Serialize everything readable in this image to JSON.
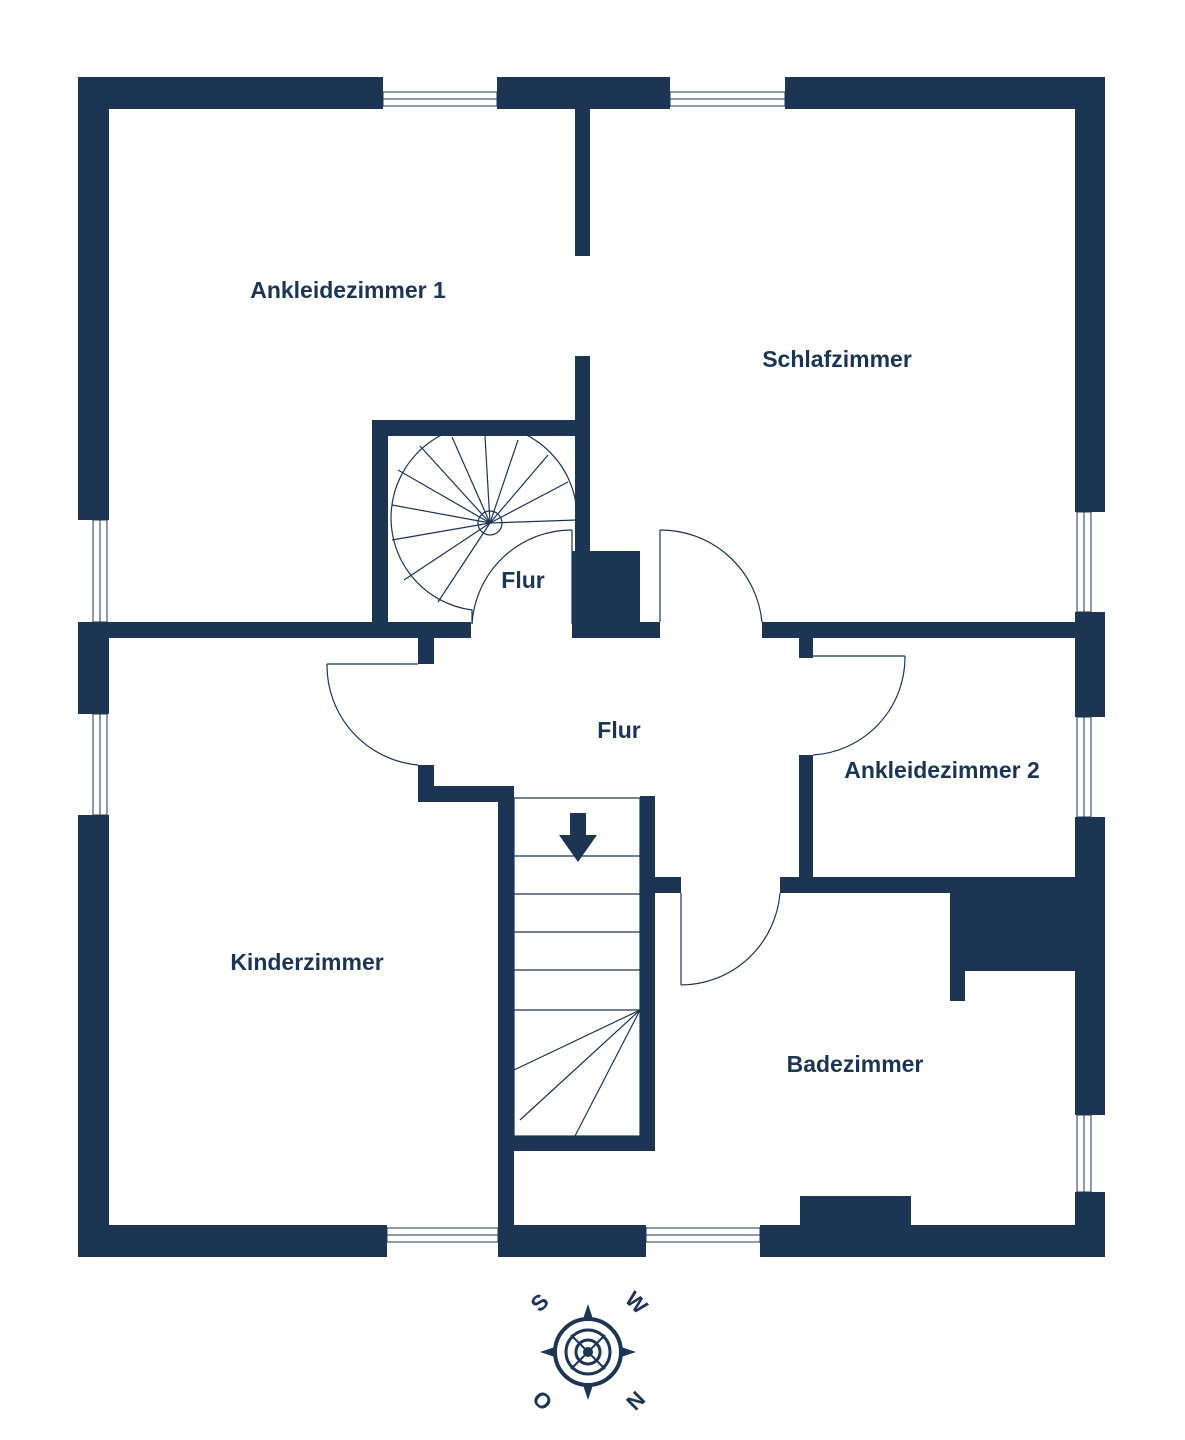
{
  "colors": {
    "wall": "#1c3553",
    "background": "#ffffff"
  },
  "rooms": {
    "ankleidezimmer_1": "Ankleidezimmer 1",
    "schlafzimmer": "Schlafzimmer",
    "flur_upper": "Flur",
    "flur_main": "Flur",
    "ankleidezimmer_2": "Ankleidezimmer 2",
    "kinderzimmer": "Kinderzimmer",
    "badezimmer": "Badezimmer"
  },
  "compass": {
    "top_left": "S",
    "top_right": "W",
    "bottom_left": "O",
    "bottom_right": "N"
  },
  "icons": {
    "stairs_direction": "down-arrow-icon",
    "compass": "compass-rose-icon"
  }
}
